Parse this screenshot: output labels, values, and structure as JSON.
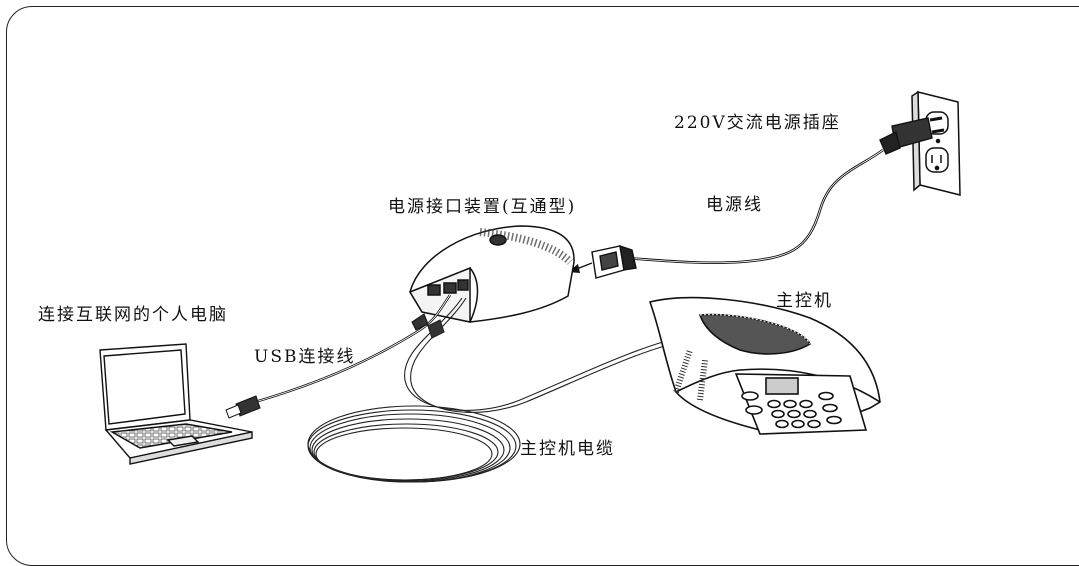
{
  "labels": {
    "outlet": "220V交流电源插座",
    "power_cord": "电源线",
    "power_interface": "电源接口装置(互通型)",
    "pc": "连接互联网的个人电脑",
    "usb_cable": "USB连接线",
    "console": "主控机",
    "console_cable": "主控机电缆"
  },
  "icons": {
    "outlet": "wall-outlet-icon",
    "plug": "power-plug-icon",
    "interface_box": "power-interface-unit-icon",
    "laptop": "laptop-icon",
    "phone": "conference-phone-icon"
  }
}
